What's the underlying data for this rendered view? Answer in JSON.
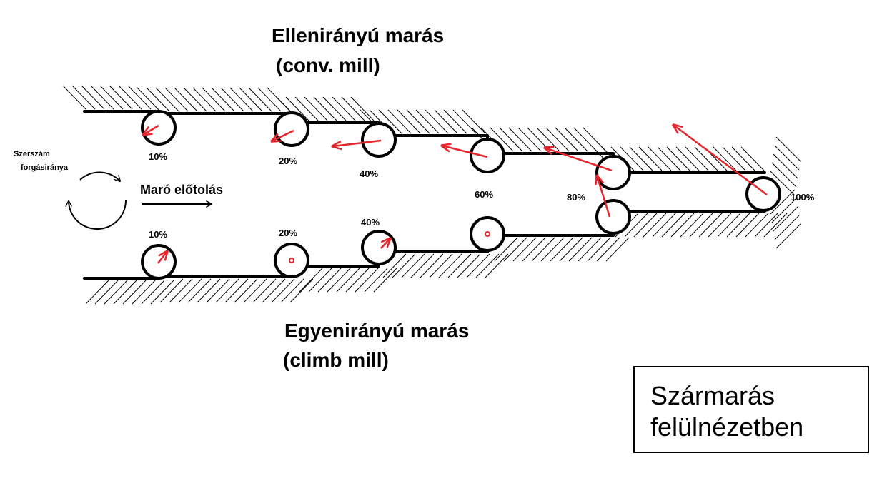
{
  "top_heading": {
    "line1": "Ellenirányú marás",
    "line2": "(conv. mill)"
  },
  "bottom_heading": {
    "line1": "Egyenirányú marás",
    "line2": "(climb mill)"
  },
  "rotation_label": {
    "line1": "Szerszám",
    "line2": "forgásiránya"
  },
  "feed_label": "Maró előtolás",
  "title_box": {
    "line1": "Szármarás",
    "line2": "felülnézetben"
  },
  "top_percentages": [
    "10%",
    "20%",
    "40%",
    "60%",
    "80%",
    "100%"
  ],
  "bottom_percentages": [
    "10%",
    "20%",
    "40%"
  ],
  "colors": {
    "force_arrow": "#e8242c",
    "line": "#000000"
  }
}
